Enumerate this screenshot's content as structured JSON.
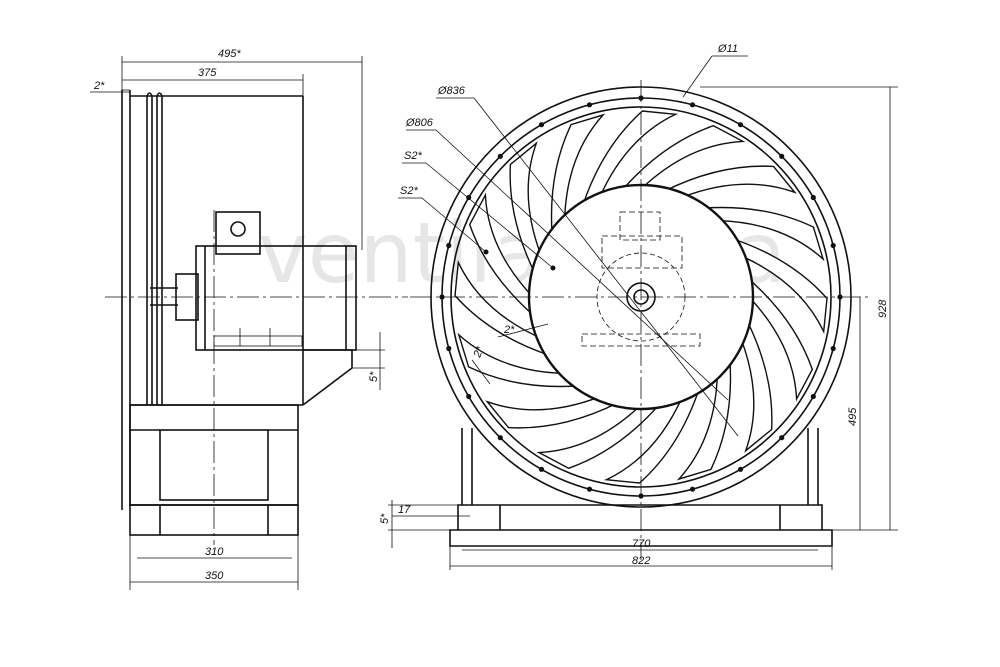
{
  "watermark": "ventilator.ua",
  "side_view": {
    "dim_total_length": "495*",
    "dim_housing_length": "375",
    "dim_flange": "2*",
    "dim_support_gap": "5*",
    "dim_base_inner": "310",
    "dim_base_outer": "350"
  },
  "front_view": {
    "dim_bolt_hole": "Ø11",
    "dim_bolt_circle": "Ø836",
    "dim_inner_diameter": "Ø806",
    "dim_thickness_1": "S2*",
    "dim_thickness_2": "S2*",
    "dim_blade_angle_1": "2*",
    "dim_blade_angle_2": "2*",
    "dim_total_height": "928",
    "dim_axis_height": "495",
    "dim_foot_height": "5*",
    "dim_foot_width": "17",
    "dim_mount_spacing": "770",
    "dim_base_width": "822"
  }
}
